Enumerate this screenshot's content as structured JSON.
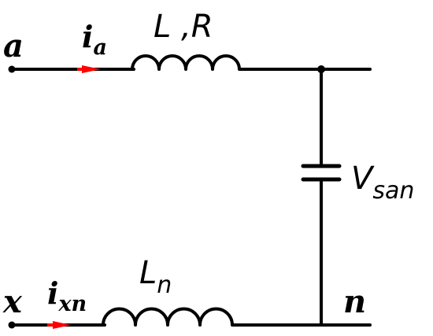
{
  "labels": {
    "node_a": "a",
    "node_x": "x",
    "node_n": "n",
    "current_a_main": "i",
    "current_a_sub": "a",
    "current_xn_main": "i",
    "current_xn_sub": "xn",
    "inductor_top": "L ,R",
    "inductor_bottom_main": "L",
    "inductor_bottom_sub": "n",
    "voltage_main": "V",
    "voltage_sub": "san"
  },
  "colors": {
    "wire": "#000000",
    "arrow": "#ff0000",
    "background": "#ffffff"
  }
}
